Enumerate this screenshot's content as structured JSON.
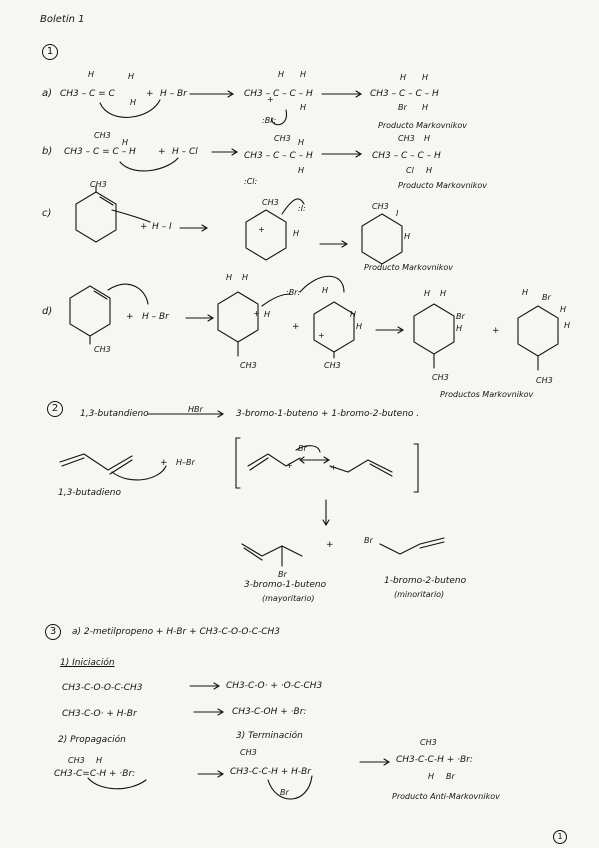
{
  "header": {
    "title": "Boletin 1",
    "page_number": "1"
  },
  "section1": {
    "number": "1",
    "a": {
      "label": "a)",
      "reactant": "CH3 – C = C",
      "plus": "+",
      "reagent": "H – Br",
      "intermediate": "CH3 – C – C – H",
      "product": "CH3 – C – C – H",
      "carbocation_label": "+",
      "bromide": ":Br:",
      "product_label": "Producto Markovnikov"
    },
    "b": {
      "label": "b)",
      "reactant": "CH3 – C = C – H",
      "plus": "+",
      "reagent": "H – Cl",
      "intermediate": "CH3 – C – C – H",
      "product": "CH3 – C – C – H",
      "chloride": ":Cl:",
      "product_label": "Producto Markovnikov"
    },
    "c": {
      "label": "c)",
      "plus": "+",
      "reagent": "H – I",
      "iodide": ":I:",
      "product_label": "Producto Markovnikov"
    },
    "d": {
      "label": "d)",
      "plus": "+",
      "reagent": "H – Br",
      "bromide": ":Br:",
      "product_label": "Productos Markovnikov"
    },
    "ch3": "CH3",
    "ch3_text": "CH3",
    "h": "H",
    "br": "Br",
    "cl": "Cl",
    "i": "I"
  },
  "section2": {
    "number": "2",
    "equation": "1,3-butandieno",
    "reagent": "HBr",
    "products_eq": "3-bromo-1-buteno + 1-bromo-2-buteno .",
    "diene_label": "1,3-butadieno",
    "plus": "+",
    "hbr": "H–Br",
    "product1": "3-bromo-1-buteno",
    "product1_note": "(mayoritario)",
    "product2": "1-bromo-2-buteno",
    "product2_note": "(minoritario)"
  },
  "section3": {
    "number": "3",
    "title": "a) 2-metilpropeno + H-Br + CH3-C-O-O-C-CH3",
    "step1": "1) Iniciación",
    "init1_left": "CH3-C-O-O-C-CH3",
    "init1_right": "CH3-C-O·  +  ·O-C-CH3",
    "init2_left": "CH3-C-O·  +  H-Br",
    "init2_right": "CH3-C-OH  +  ·Br:",
    "step2": "2) Propagación",
    "step3": "3) Terminación",
    "prop_left": "CH3-C=C-H  +  ·Br:",
    "prop_mid": "CH3-C-C-H  +  H-Br",
    "prop_right": "CH3-C-C-H  +  ·Br:",
    "product_label": "Producto Anti-Markovnikov"
  }
}
